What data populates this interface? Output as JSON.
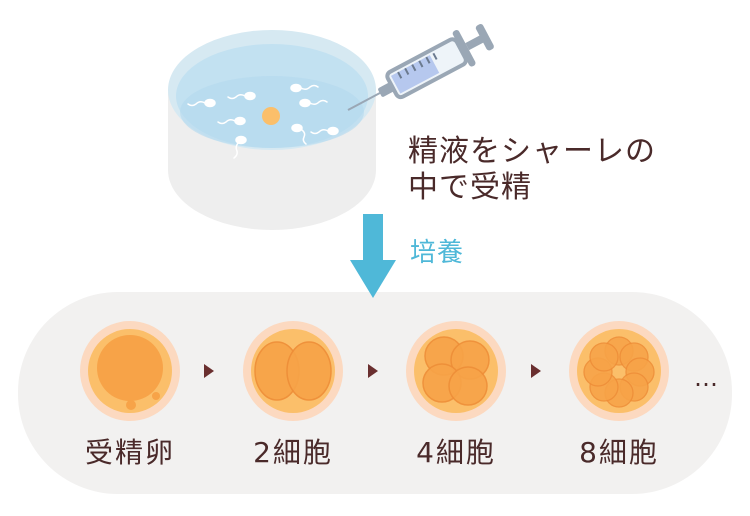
{
  "caption_lines": [
    "精液をシャーレの",
    "中で受精"
  ],
  "process_label": "培養",
  "stages": [
    "受精卵",
    "2細胞",
    "4細胞",
    "8細胞"
  ],
  "continuation": "…",
  "icons": {
    "dish": "petri-dish-icon",
    "syringe": "syringe-icon",
    "arrow": "down-arrow-icon"
  },
  "colors": {
    "text": "#4a2a2a",
    "accent_blue": "#4fb8d8",
    "dish_water": "#cde8f4",
    "egg_outer": "#fcd9c0",
    "egg_inner": "#fbbf6a",
    "cell": "#f7a348",
    "panel_bg": "#f2f1f0"
  }
}
